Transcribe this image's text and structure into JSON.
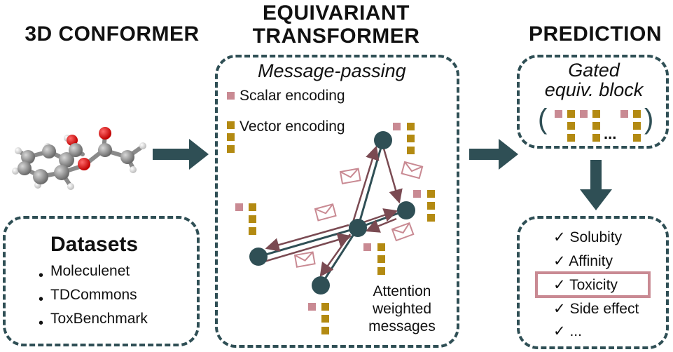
{
  "headers": {
    "conformer": "3D CONFORMER",
    "transformer_line1": "EQUIVARIANT",
    "transformer_line2": "TRANSFORMER",
    "prediction": "PREDICTION"
  },
  "transformer": {
    "title": "Message-passing",
    "scalar_label": "Scalar encoding",
    "vector_label": "Vector encoding",
    "attention_line1": "Attention",
    "attention_line2": "weighted",
    "attention_line3": "messages"
  },
  "gated_block": {
    "line1": "Gated",
    "line2": "equiv. block",
    "paren_open": "(",
    "paren_close": ")",
    "ellipsis": "..."
  },
  "datasets": {
    "title": "Datasets",
    "items": [
      "Moleculenet",
      "TDCommons",
      "ToxBenchmark"
    ]
  },
  "predictions": {
    "items": [
      "Solubity",
      "Affinity",
      "Toxicity",
      "Side effect",
      "..."
    ],
    "highlighted_index": 2,
    "check_glyph": "✓"
  },
  "colors": {
    "dark_teal": "#2f4f55",
    "scalar": "#c98a93",
    "vector": "#b38a12",
    "message_arrow": "#7a4a52",
    "highlight": "#c98a93"
  }
}
